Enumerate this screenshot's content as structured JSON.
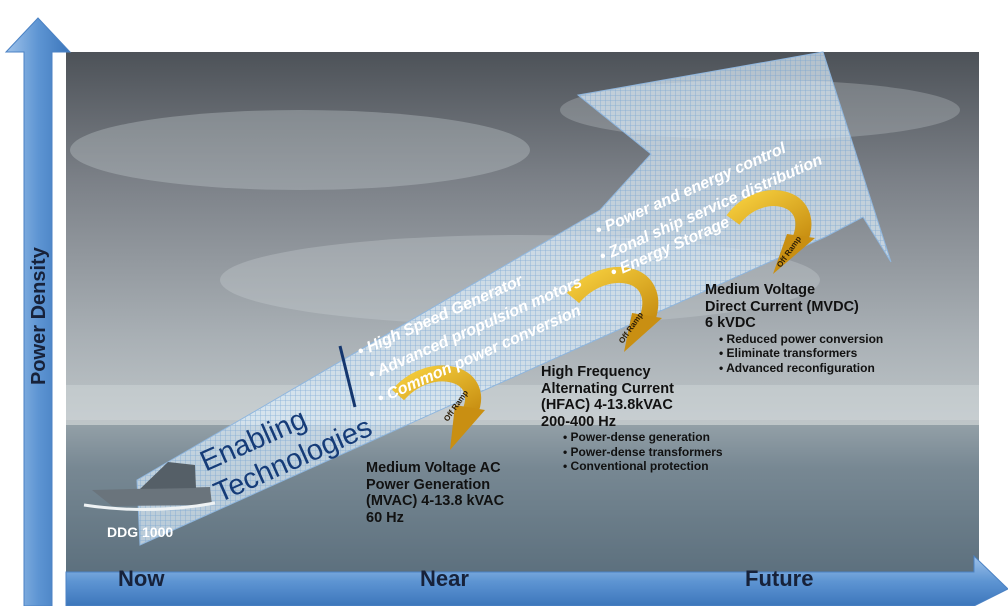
{
  "y_axis": {
    "label": "Power Density"
  },
  "timeline": {
    "now": "Now",
    "near": "Near",
    "future": "Future"
  },
  "ship": {
    "label": "DDG 1000"
  },
  "enabling": {
    "title_line1": "Enabling",
    "title_line2": "Technologies",
    "col1": [
      "High Speed Generator",
      "Advanced propulsion motors",
      "Common power conversion"
    ],
    "col2": [
      "Power and energy control",
      "Zonal ship service distribution",
      "Energy Storage"
    ]
  },
  "off_ramp_label": "Off Ramp",
  "stage1": {
    "lines": [
      "Medium Voltage AC",
      "Power Generation",
      "(MVAC) 4-13.8 kVAC",
      "60 Hz"
    ]
  },
  "stage2": {
    "lines": [
      "High Frequency",
      "Alternating Current",
      "(HFAC) 4-13.8kVAC",
      "200-400 Hz"
    ],
    "bullets": [
      "Power-dense generation",
      "Power-dense transformers",
      "Conventional protection"
    ]
  },
  "stage3": {
    "lines": [
      "Medium Voltage",
      "Direct Current (MVDC)",
      "6 kVDC"
    ],
    "bullets": [
      "Reduced power conversion",
      "Eliminate transformers",
      "Advanced reconfiguration"
    ]
  }
}
